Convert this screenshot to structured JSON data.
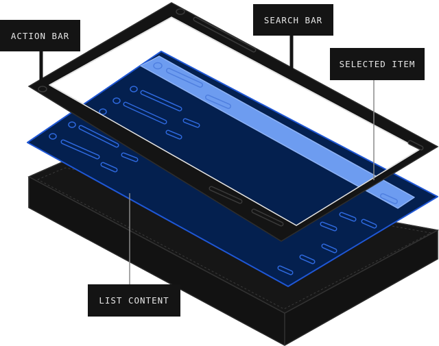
{
  "callouts": {
    "action_bar": "ACTION BAR",
    "search_bar": "SEARCH BAR",
    "selected_item": "SELECTED ITEM",
    "list_content": "LIST CONTENT"
  },
  "colors": {
    "frame": "#141414",
    "frame_edge": "#2e2e2e",
    "list_panel": "#04204f",
    "list_panel_edge": "#1f57d6",
    "selected_item": "#6d9cf0",
    "callout_bg": "#141414",
    "callout_text": "#e6e6e6",
    "leader_line": "#8a8a8a"
  }
}
